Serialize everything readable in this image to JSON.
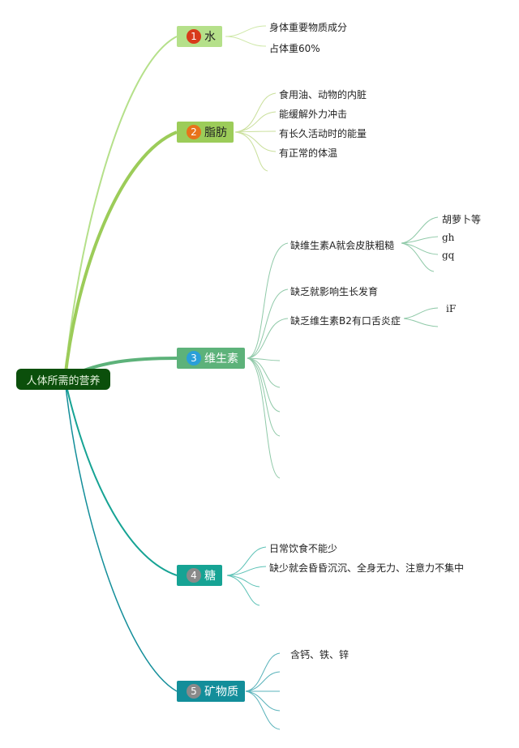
{
  "root": {
    "label": "人体所需的营养"
  },
  "branches": [
    {
      "num": "1",
      "label": "水",
      "color": "#b5e08a",
      "badge": "#d83a1a",
      "leaves": [
        "身体重要物质成分",
        "占体重60%"
      ]
    },
    {
      "num": "2",
      "label": "脂肪",
      "color": "#9ccc59",
      "badge": "#e8731a",
      "leaves": [
        "食用油、动物的内脏",
        "能缓解外力冲击",
        "有长久活动时的能量",
        "有正常的体温"
      ]
    },
    {
      "num": "3",
      "label": "维生素",
      "color": "#5db27a",
      "badge": "#2a9fd8",
      "leaves": [
        "缺维生素A就会皮肤粗糙",
        "缺乏就影响生长发育",
        "缺乏维生素B2有口舌炎症"
      ],
      "subleaves_a": [
        "胡萝卜等",
        "gh",
        "gq"
      ],
      "subleaves_b2": [
        "iF"
      ]
    },
    {
      "num": "4",
      "label": "糖",
      "color": "#16a394",
      "badge": "#8a8a8a",
      "leaves": [
        "日常饮食不能少",
        "缺少就会昏昏沉沉、全身无力、注意力不集中"
      ]
    },
    {
      "num": "5",
      "label": "矿物质",
      "color": "#138e9a",
      "badge": "#8a8a8a",
      "leaves": [
        "含钙、铁、锌"
      ]
    }
  ]
}
